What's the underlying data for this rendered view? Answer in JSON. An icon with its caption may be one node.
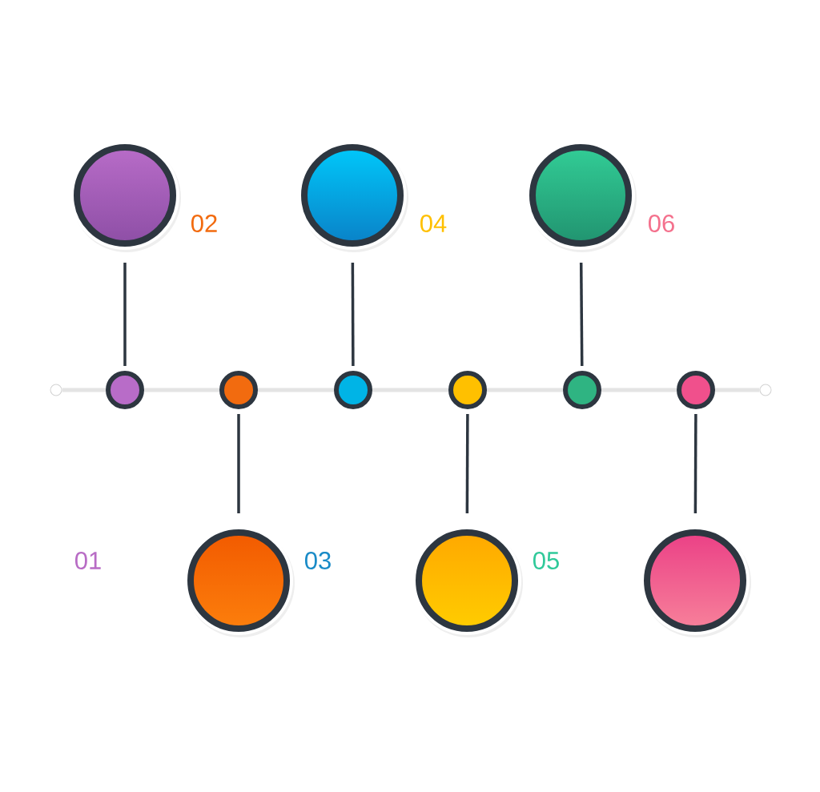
{
  "diagram": {
    "nodes": [
      {
        "text": [],
        "shape": "circle"
      },
      {
        "text": [],
        "shape": "circle"
      },
      {
        "text": [],
        "shape": "circle"
      },
      {
        "text": [],
        "shape": "circle"
      },
      {
        "text": [],
        "shape": "circle"
      },
      {
        "text": [],
        "shape": "circle"
      },
      {
        "text": [],
        "shape": "circle"
      },
      {
        "text": [],
        "shape": "circle"
      },
      {
        "text": [],
        "shape": "circle"
      },
      {
        "text": [],
        "shape": "circle"
      },
      {
        "text": [],
        "shape": "circle"
      },
      {
        "text": [],
        "shape": "circle"
      },
      {
        "text": [],
        "shape": "circle"
      },
      {
        "text": [],
        "shape": "circle"
      }
    ],
    "edges": [
      {
        "from": 4,
        "to": 0,
        "arrow": "none",
        "color": "#2d3640"
      },
      {
        "from": 5,
        "to": 11,
        "arrow": "none",
        "color": "#2d3640"
      },
      {
        "from": 6,
        "to": 1,
        "arrow": "none",
        "color": "#2d3640"
      },
      {
        "from": 7,
        "to": 12,
        "arrow": "none",
        "color": "#2d3640"
      },
      {
        "from": 8,
        "to": 2,
        "arrow": "none",
        "color": "#2d3640"
      },
      {
        "from": 9,
        "to": 13,
        "arrow": "none",
        "color": "#2d3640"
      },
      {
        "from": 3,
        "to": 4,
        "arrow": "none"
      },
      {
        "from": 4,
        "to": 5,
        "arrow": "none"
      },
      {
        "from": 5,
        "to": 6,
        "arrow": "none"
      },
      {
        "from": 6,
        "to": 7,
        "arrow": "none"
      },
      {
        "from": 7,
        "to": 8,
        "arrow": "none"
      },
      {
        "from": 8,
        "to": 9,
        "arrow": "none"
      },
      {
        "from": 9,
        "to": 10,
        "arrow": "none"
      }
    ],
    "labels": [
      "02",
      "04",
      "06",
      "01",
      "03",
      "05"
    ]
  }
}
